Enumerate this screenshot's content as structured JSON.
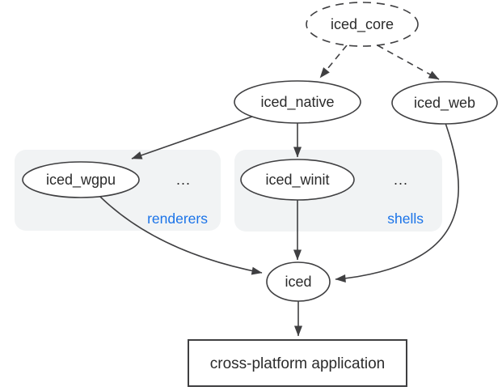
{
  "colors": {
    "stroke": "#3f3f41",
    "text": "#2b2b2b",
    "group_bg": "#f1f3f4",
    "group_label": "#1a73e8",
    "background": "#ffffff"
  },
  "nodes": {
    "iced_core": {
      "label": "iced_core",
      "shape": "dashed-ellipse"
    },
    "iced_native": {
      "label": "iced_native",
      "shape": "ellipse"
    },
    "iced_web": {
      "label": "iced_web",
      "shape": "ellipse"
    },
    "iced_wgpu": {
      "label": "iced_wgpu",
      "shape": "ellipse"
    },
    "iced_winit": {
      "label": "iced_winit",
      "shape": "ellipse"
    },
    "iced": {
      "label": "iced",
      "shape": "ellipse"
    },
    "application": {
      "label": "cross-platform application",
      "shape": "rect"
    }
  },
  "groups": {
    "renderers": {
      "label": "renderers",
      "ellipsis": "..."
    },
    "shells": {
      "label": "shells",
      "ellipsis": "..."
    }
  },
  "edges": [
    {
      "from": "iced_core",
      "to": "iced_native",
      "style": "dashed"
    },
    {
      "from": "iced_core",
      "to": "iced_web",
      "style": "dashed"
    },
    {
      "from": "iced_native",
      "to": "iced_wgpu",
      "style": "solid"
    },
    {
      "from": "iced_native",
      "to": "iced_winit",
      "style": "solid"
    },
    {
      "from": "iced_wgpu",
      "to": "iced",
      "style": "solid"
    },
    {
      "from": "iced_winit",
      "to": "iced",
      "style": "solid"
    },
    {
      "from": "iced_web",
      "to": "iced",
      "style": "solid"
    },
    {
      "from": "iced",
      "to": "application",
      "style": "solid"
    }
  ]
}
